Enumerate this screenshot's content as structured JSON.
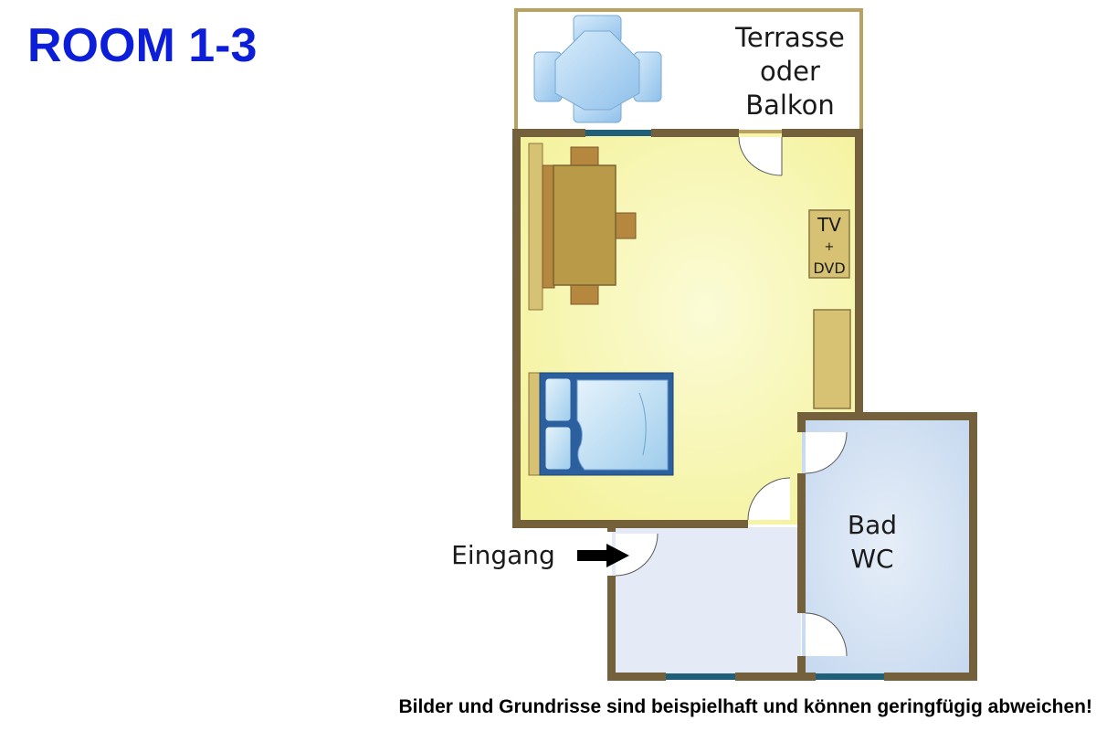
{
  "page": {
    "title": "ROOM 1-3",
    "disclaimer": "Bilder und Grundrisse sind beispielhaft und können geringfügig abweichen!"
  },
  "floorplan": {
    "terrace": {
      "line1": "Terrasse",
      "line2": "oder",
      "line3": "Balkon"
    },
    "tv": {
      "line1": "TV",
      "line2": "+",
      "line3": "DVD"
    },
    "bathroom": {
      "line1": "Bad",
      "line2": "WC"
    },
    "entrance": {
      "label": "Eingang"
    }
  },
  "colors": {
    "title": "#0c1ed8",
    "wall": "#74603a",
    "terrace_border": "#b9a261",
    "living_room": "#f4f29a",
    "bathroom": "#c9dcf1",
    "hallway": "#e4ebf7",
    "furniture_wood": "#b99a48",
    "window": "#1f5f7a",
    "bed": "#2c5f9e"
  }
}
